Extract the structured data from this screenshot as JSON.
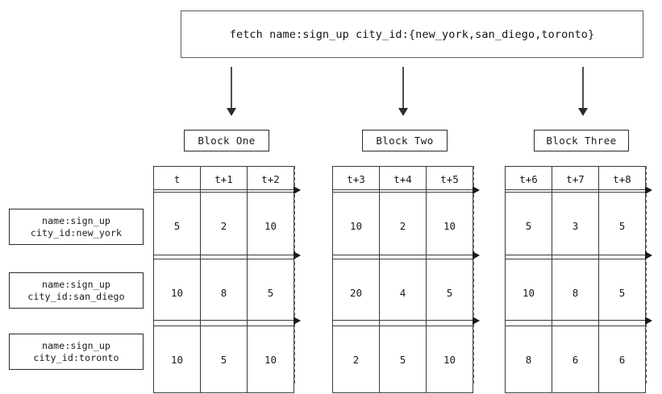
{
  "query": {
    "text": "fetch name:sign_up city_id:{new_york,san_diego,toronto}"
  },
  "blocks": [
    {
      "label": "Block One"
    },
    {
      "label": "Block Two"
    },
    {
      "label": "Block Three"
    }
  ],
  "row_labels": [
    {
      "line1": "name:sign_up",
      "line2": "city_id:new_york"
    },
    {
      "line1": "name:sign_up",
      "line2": "city_id:san_diego"
    },
    {
      "line1": "name:sign_up",
      "line2": "city_id:toronto"
    }
  ],
  "tables": [
    {
      "name": "block-one-table",
      "headers": [
        "t",
        "t+1",
        "t+2"
      ],
      "rows": [
        [
          "5",
          "2",
          "10"
        ],
        [
          "10",
          "8",
          "5"
        ],
        [
          "10",
          "5",
          "10"
        ]
      ]
    },
    {
      "name": "block-two-table",
      "headers": [
        "t+3",
        "t+4",
        "t+5"
      ],
      "rows": [
        [
          "10",
          "2",
          "10"
        ],
        [
          "20",
          "4",
          "5"
        ],
        [
          "2",
          "5",
          "10"
        ]
      ]
    },
    {
      "name": "block-three-table",
      "headers": [
        "t+6",
        "t+7",
        "t+8"
      ],
      "rows": [
        [
          "5",
          "3",
          "5"
        ],
        [
          "10",
          "8",
          "5"
        ],
        [
          "8",
          "6",
          "6"
        ]
      ]
    }
  ],
  "colors": {
    "query_border": "#6b5a52",
    "box_border": "#2b2b2b",
    "grid_line": "#3a3a3a",
    "arrow_down": "#5c4a42",
    "arrow_flow": "#1a1a1a",
    "background": "#ffffff"
  }
}
